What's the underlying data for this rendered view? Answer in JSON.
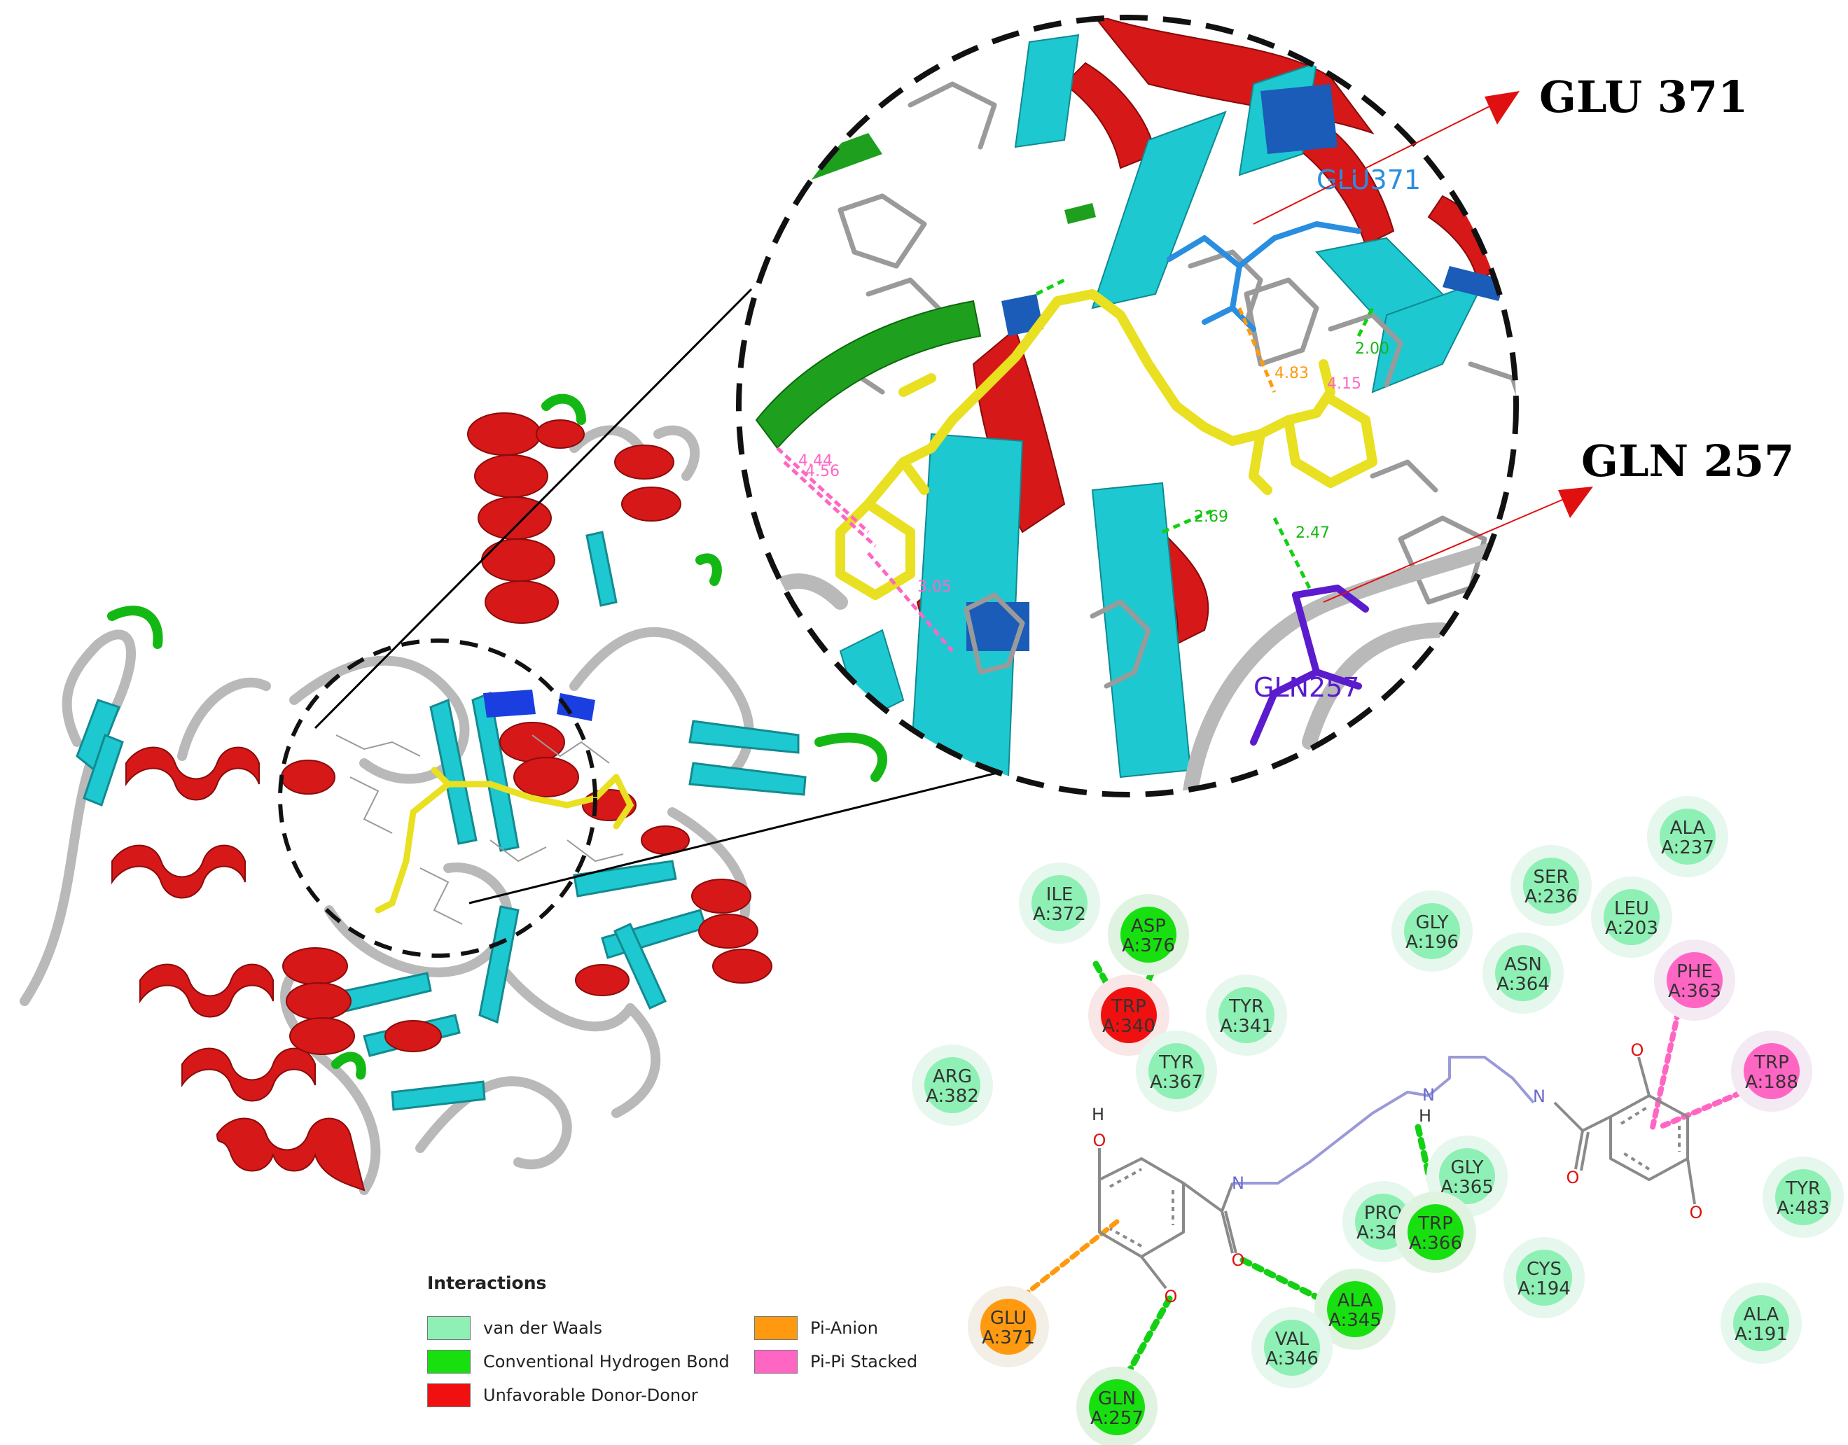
{
  "callouts": {
    "glu": "GLU 371",
    "gln": "GLN 257"
  },
  "inset_labels": {
    "glu": "GLU371",
    "gln": "GLN257"
  },
  "distances": [
    "4.44",
    "4.56",
    "3.05",
    "2.69",
    "2.47",
    "4.83",
    "4.15",
    "2.00"
  ],
  "legend": {
    "title": "Interactions",
    "items": [
      {
        "label": "van der Waals",
        "color": "#8ef0b4"
      },
      {
        "label": "Conventional Hydrogen Bond",
        "color": "#18e010"
      },
      {
        "label": "Unfavorable Donor-Donor",
        "color": "#f01010"
      },
      {
        "label": "Pi-Anion",
        "color": "#ff9a10"
      },
      {
        "label": "Pi-Pi Stacked",
        "color": "#ff66c4"
      }
    ]
  },
  "residues": [
    {
      "name": "ILE",
      "id": "A:372",
      "type": "vdw"
    },
    {
      "name": "ASP",
      "id": "A:376",
      "type": "hbond"
    },
    {
      "name": "TRP",
      "id": "A:340",
      "type": "unfav"
    },
    {
      "name": "TYR",
      "id": "A:341",
      "type": "vdw"
    },
    {
      "name": "TYR",
      "id": "A:367",
      "type": "vdw"
    },
    {
      "name": "ARG",
      "id": "A:382",
      "type": "vdw"
    },
    {
      "name": "GLY",
      "id": "A:196",
      "type": "vdw"
    },
    {
      "name": "SER",
      "id": "A:236",
      "type": "vdw"
    },
    {
      "name": "ALA",
      "id": "A:237",
      "type": "vdw"
    },
    {
      "name": "LEU",
      "id": "A:203",
      "type": "vdw"
    },
    {
      "name": "ASN",
      "id": "A:364",
      "type": "vdw"
    },
    {
      "name": "PHE",
      "id": "A:363",
      "type": "pipi"
    },
    {
      "name": "TRP",
      "id": "A:188",
      "type": "pipi"
    },
    {
      "name": "TYR",
      "id": "A:483",
      "type": "vdw"
    },
    {
      "name": "GLY",
      "id": "A:365",
      "type": "vdw"
    },
    {
      "name": "PRO",
      "id": "A:344",
      "type": "vdw"
    },
    {
      "name": "TRP",
      "id": "A:366",
      "type": "hbond"
    },
    {
      "name": "CYS",
      "id": "A:194",
      "type": "vdw"
    },
    {
      "name": "ALA",
      "id": "A:345",
      "type": "hbond"
    },
    {
      "name": "VAL",
      "id": "A:346",
      "type": "vdw"
    },
    {
      "name": "GLU",
      "id": "A:371",
      "type": "pianion"
    },
    {
      "name": "GLN",
      "id": "A:257",
      "type": "hbond"
    },
    {
      "name": "ALA",
      "id": "A:191",
      "type": "vdw"
    }
  ],
  "ligand_atoms": {
    "oxygen": "O",
    "nitrogen": "N",
    "hydrogen": "H"
  }
}
